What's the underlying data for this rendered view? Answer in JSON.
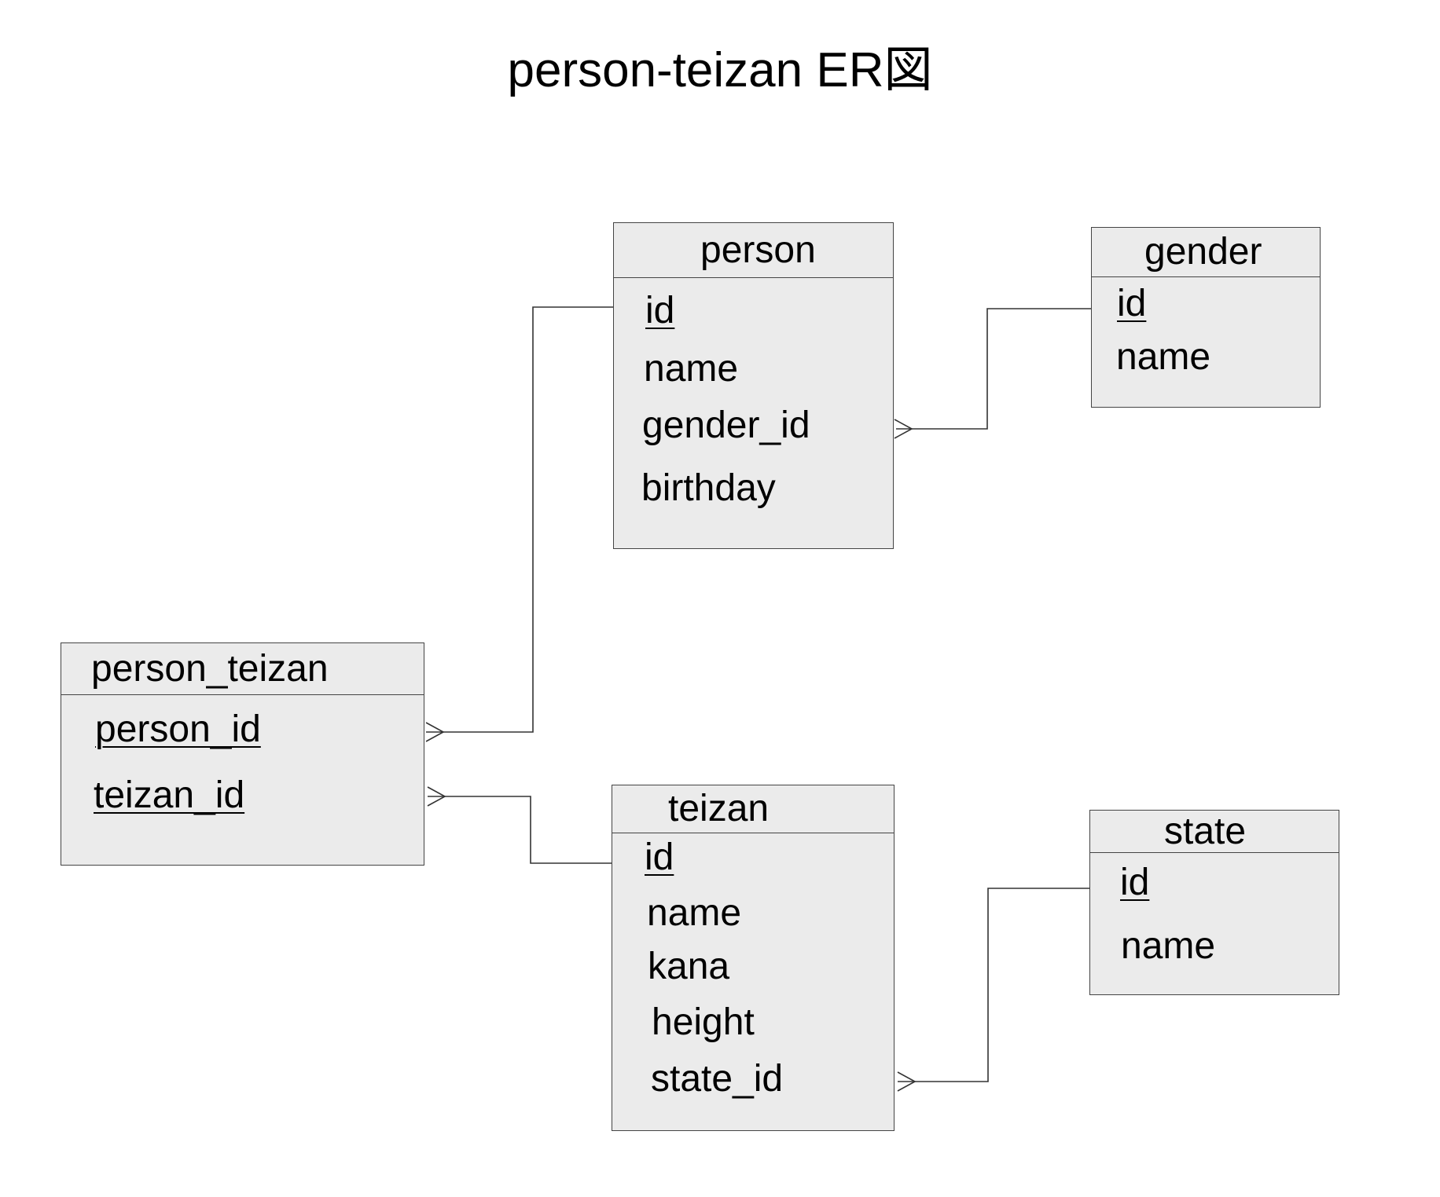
{
  "title": "person-teizan ER図",
  "entities": {
    "person": {
      "name": "person",
      "attributes": [
        {
          "label": "id",
          "key": true
        },
        {
          "label": "name",
          "key": false
        },
        {
          "label": "gender_id",
          "key": false
        },
        {
          "label": "birthday",
          "key": false
        }
      ]
    },
    "gender": {
      "name": "gender",
      "attributes": [
        {
          "label": "id",
          "key": true
        },
        {
          "label": "name",
          "key": false
        }
      ]
    },
    "person_teizan": {
      "name": "person_teizan",
      "attributes": [
        {
          "label": "person_id",
          "key": true
        },
        {
          "label": "teizan_id",
          "key": true
        }
      ]
    },
    "teizan": {
      "name": "teizan",
      "attributes": [
        {
          "label": "id",
          "key": true
        },
        {
          "label": "name",
          "key": false
        },
        {
          "label": "kana",
          "key": false
        },
        {
          "label": "height",
          "key": false
        },
        {
          "label": "state_id",
          "key": false
        }
      ]
    },
    "state": {
      "name": "state",
      "attributes": [
        {
          "label": "id",
          "key": true
        },
        {
          "label": "name",
          "key": false
        }
      ]
    }
  },
  "relationships": [
    {
      "from": "person.gender_id",
      "to": "gender.id",
      "cardinality": "many-to-one"
    },
    {
      "from": "person_teizan.person_id",
      "to": "person.id",
      "cardinality": "many-to-one"
    },
    {
      "from": "person_teizan.teizan_id",
      "to": "teizan.id",
      "cardinality": "many-to-one"
    },
    {
      "from": "teizan.state_id",
      "to": "state.id",
      "cardinality": "many-to-one"
    }
  ],
  "colors": {
    "entity_fill": "#ebebeb",
    "entity_border": "#444444",
    "line": "#333333"
  }
}
